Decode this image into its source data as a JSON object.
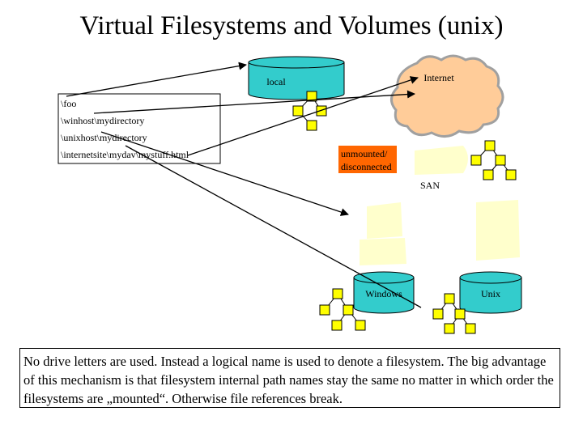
{
  "title": "Virtual Filesystems and Volumes (unix)",
  "labels": {
    "local": "local",
    "internet": "Internet",
    "unmounted": [
      "unmounted/",
      "disconnected"
    ],
    "san": "SAN",
    "windows": "Windows",
    "unix": "Unix"
  },
  "paths": [
    "\\foo",
    "\\winhost\\mydirectory",
    "\\unixhost\\mydirectory",
    "\\internetsite\\mydav\\mystuff.html"
  ],
  "note": "No drive letters are used. Instead a logical name is used to denote a filesystem. The big advantage of this mechanism is that filesystem internal path names stay the same no matter in which order the filesystems are „mounted“. Otherwise file references break.",
  "colors": {
    "volume": "#33cccc",
    "tree_node": "#ffff00",
    "cloud": "#ffcc99",
    "unmounted": "#ff6600",
    "pale_box": "#ffffcc"
  }
}
